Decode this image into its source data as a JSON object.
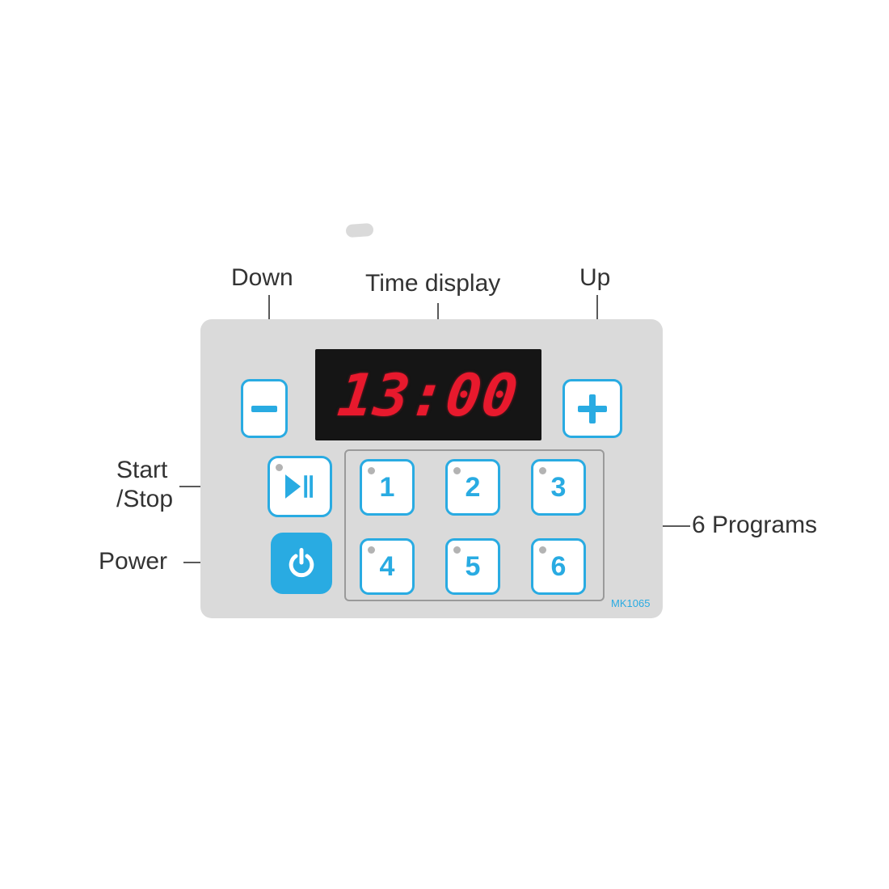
{
  "panel": {
    "model": "MK1065",
    "display": {
      "value": "13:00"
    },
    "buttons": {
      "minus": {
        "icon": "minus-icon"
      },
      "plus": {
        "icon": "plus-icon"
      },
      "start_stop": {
        "icon": "play-pause-icon"
      },
      "power": {
        "icon": "power-icon"
      }
    },
    "programs": [
      "1",
      "2",
      "3",
      "4",
      "5",
      "6"
    ]
  },
  "annotations": {
    "down": "Down",
    "time_display": "Time display",
    "up": "Up",
    "start": "Start",
    "stop": "/Stop",
    "power": "Power",
    "programs": "6 Programs"
  },
  "colors": {
    "accent_blue": "#29abe2",
    "digit_red": "#e8192d",
    "display_bg": "#151515",
    "panel_bg": "#dadada",
    "indicator_gray": "#b3b3b3"
  }
}
